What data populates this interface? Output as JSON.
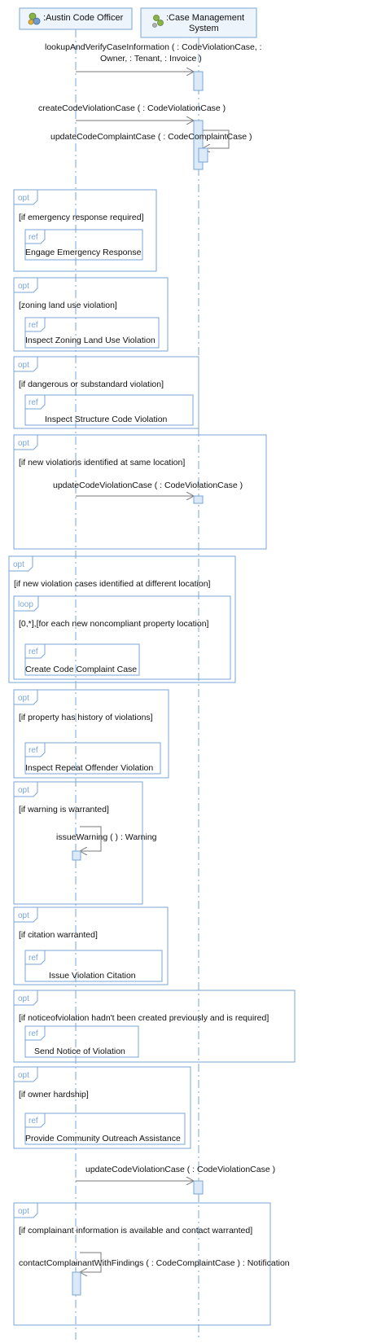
{
  "lifelines": [
    {
      "name": ":Austin Code Officer",
      "icon": "actor-icon"
    },
    {
      "name_line1": ":Case Management",
      "name_line2": "System",
      "icon": "component-icon"
    }
  ],
  "messages": [
    {
      "line1": "lookupAndVerifyCaseInformation (  : CodeViolationCase,  :",
      "line2": "Owner,  : Tenant,  : Invoice )"
    },
    {
      "text": "createCodeViolationCase (  : CodeViolationCase )"
    },
    {
      "text": "updateCodeComplaintCase (  : CodeComplaintCase )"
    },
    {
      "text": "updateCodeViolationCase (  : CodeViolationCase )"
    },
    {
      "text": "issueWarning ( ) : Warning"
    },
    {
      "text": "updateCodeViolationCase (  : CodeViolationCase )"
    },
    {
      "text": "contactComplainantWithFindings (  : CodeComplaintCase ) : Notification"
    }
  ],
  "fragments": [
    {
      "kind": "opt",
      "guard": "[if emergency response required]",
      "ref": "Engage Emergency Response"
    },
    {
      "kind": "opt",
      "guard": "[zoning land use violation]",
      "ref": "Inspect Zoning Land Use Violation"
    },
    {
      "kind": "opt",
      "guard": "[if dangerous or substandard violation]",
      "ref": "Inspect Structure Code Violation"
    },
    {
      "kind": "opt",
      "guard": "[if new violations identified at same location]"
    },
    {
      "kind": "opt",
      "guard": "[if new violation cases identified at different location]"
    },
    {
      "kind": "loop",
      "guard": "[0,*],[for each new noncompliant property location]",
      "ref": "Create Code Complaint Case"
    },
    {
      "kind": "opt",
      "guard": "[if property has history of violations]",
      "ref": "Inspect Repeat Offender Violation"
    },
    {
      "kind": "opt",
      "guard": "[if warning is warranted]"
    },
    {
      "kind": "opt",
      "guard": "[if citation warranted]",
      "ref": "Issue Violation Citation"
    },
    {
      "kind": "opt",
      "guard": "[if noticeofviolation hadn't been created previously and is required]",
      "ref": "Send Notice of Violation"
    },
    {
      "kind": "opt",
      "guard": "[if owner hardship]",
      "ref": "Provide Community Outreach Assistance"
    },
    {
      "kind": "opt",
      "guard": "[if complainant information is available and contact warranted]"
    }
  ],
  "ref_tag": "ref"
}
